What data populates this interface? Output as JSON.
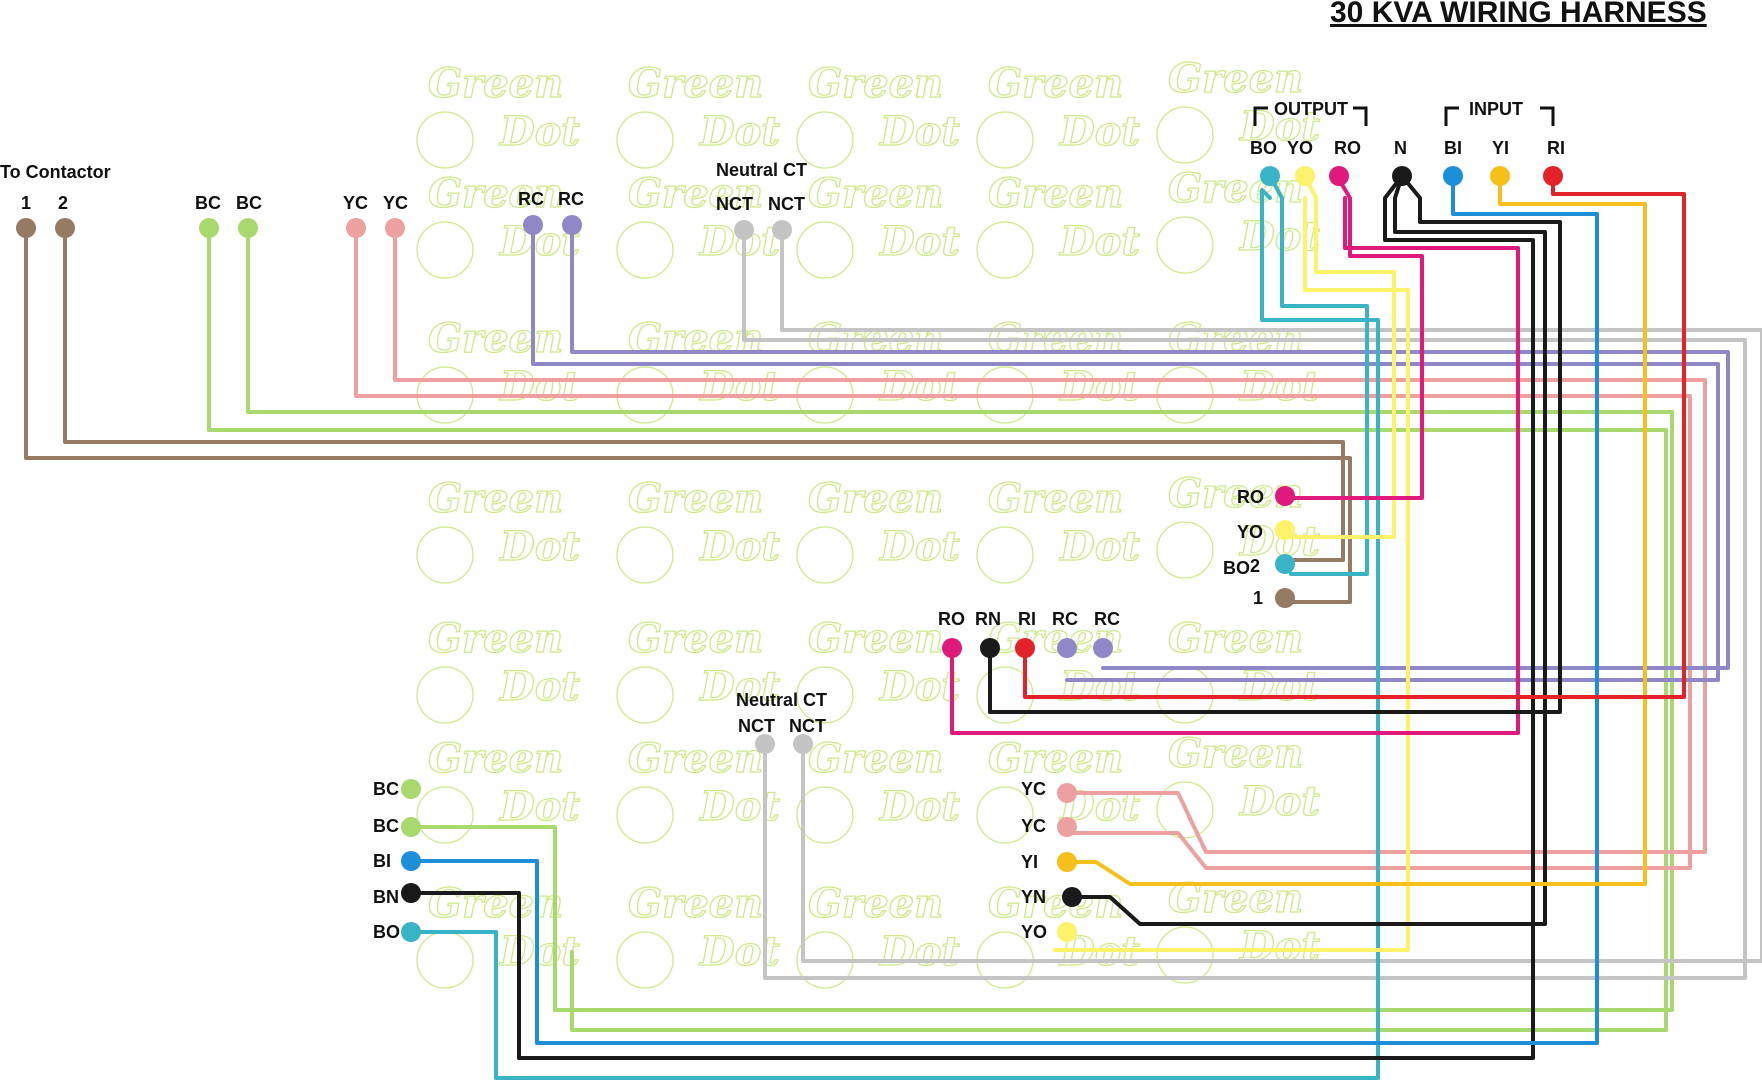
{
  "title": "30 KVA WIRING HARNESS",
  "watermark": {
    "line1": "Green",
    "line2": "Dot"
  },
  "colors": {
    "brown": "#957a64",
    "green": "#a9d86e",
    "pink": "#eca0a0",
    "purple": "#8e88c6",
    "grey": "#c4c4c4",
    "cyan": "#39b4c6",
    "yellow": "#fdf36a",
    "magenta": "#e0197d",
    "black": "#1a1a1a",
    "blue": "#1d8fd9",
    "orange": "#f6c01a",
    "red": "#e4222a",
    "watermark": "#cde98a"
  },
  "labels": {
    "to_contactor": "To Contactor",
    "tc_1": "1",
    "tc_2": "2",
    "bc_a": "BC",
    "bc_b": "BC",
    "yc_a": "YC",
    "yc_b": "YC",
    "rc_a": "RC",
    "rc_b": "RC",
    "neutral_ct_top": "Neutral CT",
    "nct_a": "NCT",
    "nct_b": "NCT",
    "output": "OUTPUT",
    "input": "INPUT",
    "out_bo": "BO",
    "out_yo": "YO",
    "out_ro": "RO",
    "n": "N",
    "in_bi": "BI",
    "in_yi": "YI",
    "in_ri": "RI",
    "m_ro": "RO",
    "m_yo": "YO",
    "m_bo": "BO",
    "m_2": "2",
    "m_1": "1",
    "r_ro": "RO",
    "r_rn": "RN",
    "r_ri": "RI",
    "r_rc_a": "RC",
    "r_rc_b": "RC",
    "neutral_ct_bottom": "Neutral CT",
    "nct2_a": "NCT",
    "nct2_b": "NCT",
    "l_bc_a": "BC",
    "l_bc_b": "BC",
    "l_bi": "BI",
    "l_bn": "BN",
    "l_bo": "BO",
    "y_yc_a": "YC",
    "y_yc_b": "YC",
    "y_yi": "YI",
    "y_yn": "YN",
    "y_yo": "YO"
  }
}
